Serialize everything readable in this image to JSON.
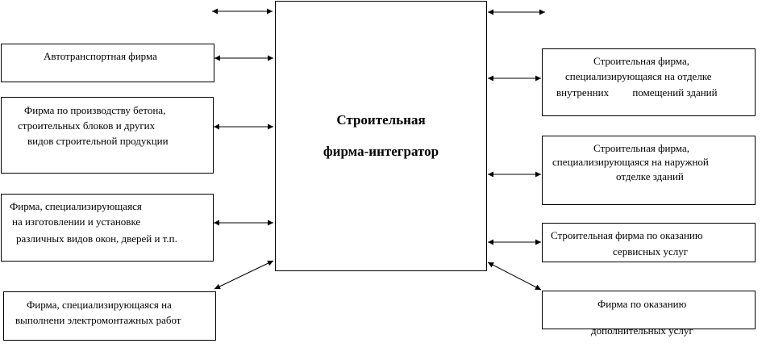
{
  "center": {
    "line1": "Строительная",
    "line2": "фирма-интегратор"
  },
  "left_boxes": [
    {
      "lines": [
        "Автотранспортная фирма"
      ]
    },
    {
      "lines": [
        "Фирма по производству бетона,",
        "строительных блоков и других",
        "видов строительной продукции"
      ]
    },
    {
      "lines": [
        "Фирма, специализирующаяся",
        "на изготовлении и установке",
        "различных видов окон, дверей и т.п."
      ]
    },
    {
      "lines": [
        "Фирма, специализирующаяся на",
        "выполнени электромонтажных работ"
      ]
    }
  ],
  "right_boxes": [
    {
      "lines": [
        "Строительная фирма,",
        "специализирующаяся на отделке",
        "внутренних         помещений зданий"
      ]
    },
    {
      "lines": [
        "Строительная фирма,",
        "специализирующаяся на наружной",
        "отделке зданий"
      ]
    },
    {
      "lines": [
        "Строительная фирма по оказанию",
        "сервисных услуг"
      ]
    },
    {
      "lines": [
        "Фирма по оказанию",
        "",
        "дополнительных услуг"
      ]
    }
  ]
}
